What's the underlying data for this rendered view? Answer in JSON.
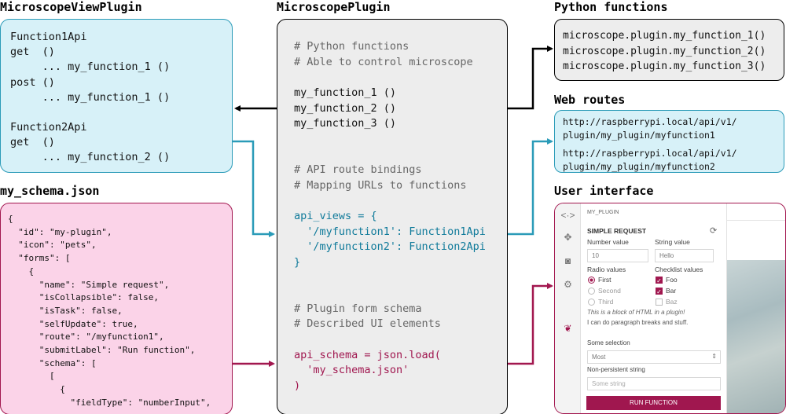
{
  "headings": {
    "view_plugin": "MicroscopeViewPlugin",
    "plugin": "MicroscopePlugin",
    "python_functions": "Python functions",
    "web_routes": "Web routes",
    "schema": "my_schema.json",
    "user_interface": "User interface"
  },
  "view_plugin_lines": [
    "Function1Api",
    "get  ()",
    "     ... my_function_1 ()",
    "post ()",
    "     ... my_function_1 ()",
    "",
    "Function2Api",
    "get  ()",
    "     ... my_function_2 ()"
  ],
  "schema_lines": [
    "{",
    "  \"id\": \"my-plugin\",",
    "  \"icon\": \"pets\",",
    "  \"forms\": [",
    "    {",
    "      \"name\": \"Simple request\",",
    "      \"isCollapsible\": false,",
    "      \"isTask\": false,",
    "      \"selfUpdate\": true,",
    "      \"route\": \"/myfunction1\",",
    "      \"submitLabel\": \"Run function\",",
    "      \"schema\": [",
    "        [",
    "          {",
    "            \"fieldType\": \"numberInput\","
  ],
  "plugin_code": {
    "comment1": [
      "# Python functions",
      "# Able to control microscope"
    ],
    "functions": [
      "my_function_1 ()",
      "my_function_2 ()",
      "my_function_3 ()"
    ],
    "comment2": [
      "# API route bindings",
      "# Mapping URLs to functions"
    ],
    "api_views": [
      "api_views = {",
      "  '/myfunction1': Function1Api",
      "  '/myfunction2': Function2Api",
      "}"
    ],
    "comment3": [
      "# Plugin form schema",
      "# Described UI elements"
    ],
    "api_schema": [
      "api_schema = json.load(",
      "  'my_schema.json'",
      ")"
    ]
  },
  "python_functions": [
    "microscope.plugin.my_function_1()",
    "microscope.plugin.my_function_2()",
    "microscope.plugin.my_function_3()"
  ],
  "web_routes": [
    "http://raspberrypi.local/api/v1/",
    "plugin/my_plugin/myfunction1",
    "http://raspberrypi.local/api/v1/",
    "plugin/my_plugin/myfunction2"
  ],
  "ui": {
    "plugin_label": "MY_PLUGIN",
    "form_title": "SIMPLE REQUEST",
    "number_label": "Number value",
    "string_label": "String value",
    "number_value": "10",
    "string_value": "Hello",
    "radio_label": "Radio values",
    "checklist_label": "Checklist values",
    "radios": [
      "First",
      "Second",
      "Third"
    ],
    "checks": [
      "Foo",
      "Bar",
      "Baz"
    ],
    "html_italic": "This is a block of HTML in a plugin!",
    "html_plain": "I can do paragraph breaks and stuff.",
    "selection_label": "Some selection",
    "selection_value": "Most",
    "nonpersistent_label": "Non-persistent string",
    "nonpersistent_placeholder": "Some string",
    "run_label": "RUN FUNCTION",
    "icons": [
      "code-icon",
      "gamepad-icon",
      "camera-icon",
      "gear-icon",
      "paw-icon",
      "refresh-icon"
    ]
  },
  "colors": {
    "teal": "#2a9bb8",
    "rose": "#a2174f",
    "black": "#000000"
  }
}
